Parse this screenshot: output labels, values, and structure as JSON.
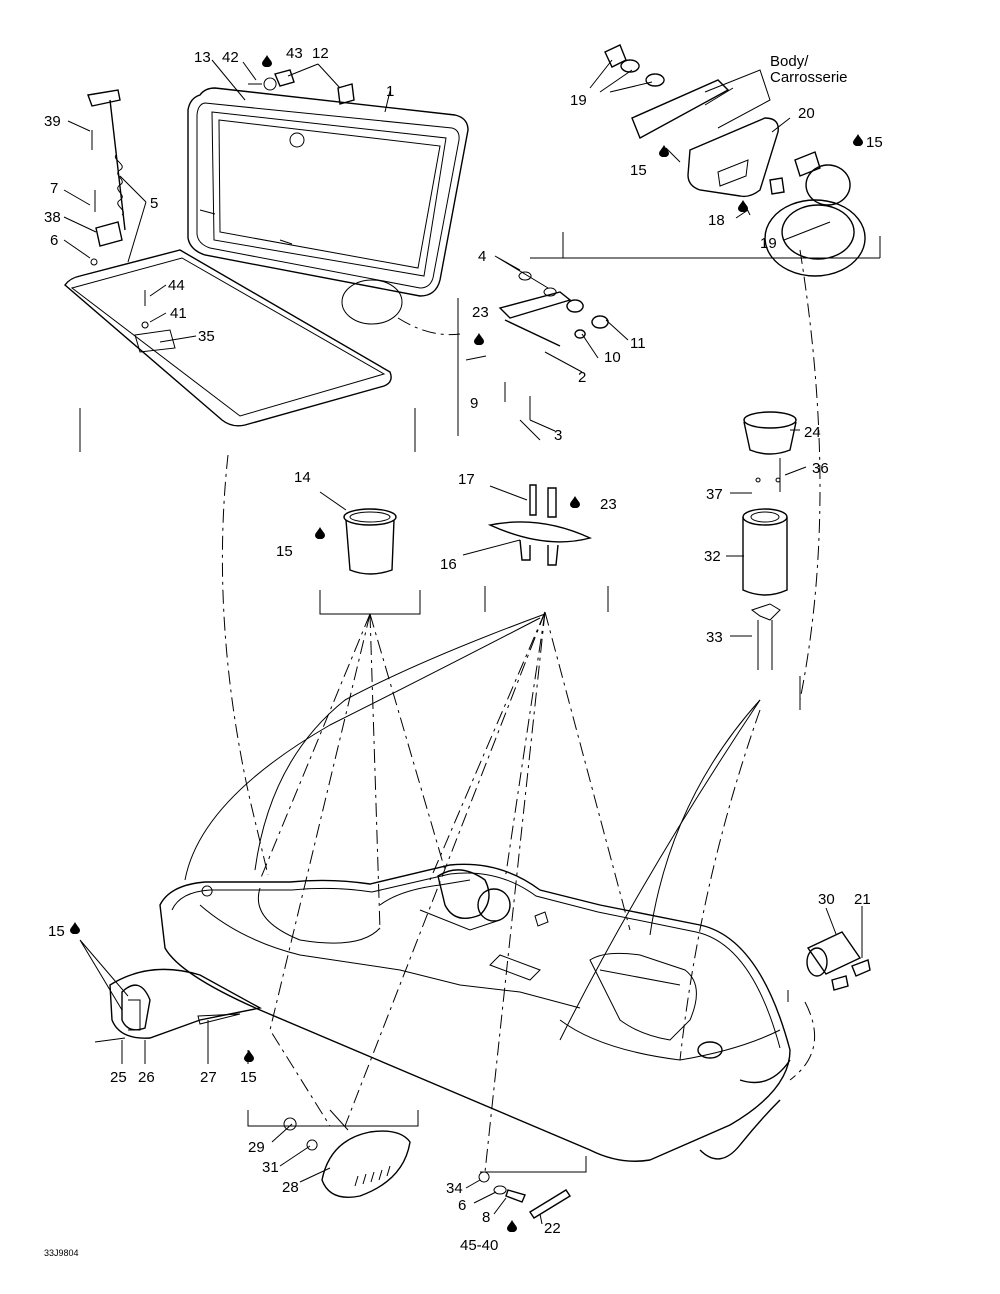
{
  "callouts": {
    "c1": "1",
    "c2": "2",
    "c3": "3",
    "c4": "4",
    "c5": "5",
    "c6a": "6",
    "c6b": "6",
    "c7": "7",
    "c8": "8",
    "c9": "9",
    "c10": "10",
    "c11": "11",
    "c12": "12",
    "c13": "13",
    "c14": "14",
    "c15a": "15",
    "c15b": "15",
    "c15c": "15",
    "c15d": "15",
    "c15e": "15",
    "c16": "16",
    "c17": "17",
    "c18": "18",
    "c19a": "19",
    "c19b": "19",
    "c20": "20",
    "c21": "21",
    "c22": "22",
    "c23a": "23",
    "c23b": "23",
    "c24": "24",
    "c25": "25",
    "c26": "26",
    "c27": "27",
    "c28": "28",
    "c29": "29",
    "c30": "30",
    "c31": "31",
    "c32": "32",
    "c33": "33",
    "c34": "34",
    "c35": "35",
    "c36": "36",
    "c37": "37",
    "c38": "38",
    "c39": "39",
    "c41": "41",
    "c42": "42",
    "c43": "43",
    "c44": "44",
    "c4540": "45-40"
  },
  "body_label_line1": "Body/",
  "body_label_line2": "Carrosserie",
  "figure_code": "33J9804"
}
